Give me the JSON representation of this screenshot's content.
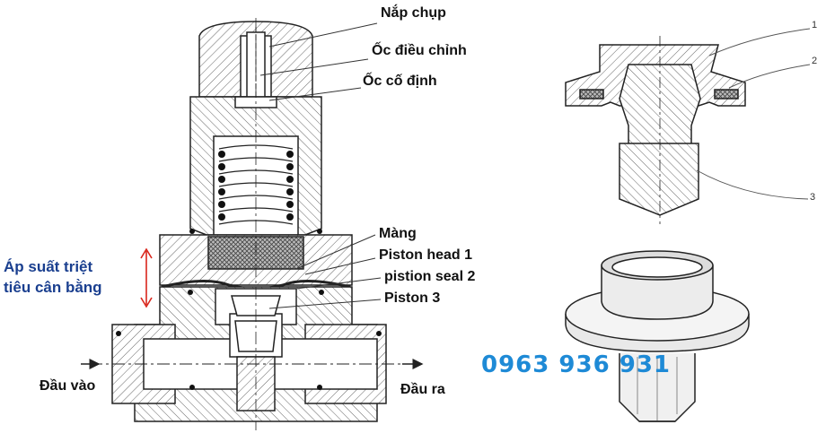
{
  "labels": {
    "cap": "Nắp chụp",
    "adjust_screw": "Ốc điều chỉnh",
    "lock_nut": "Ốc cố định",
    "membrane": "Màng",
    "piston_head": "Piston head 1",
    "piston_seal": "pistion seal 2",
    "piston": "Piston 3",
    "pressure_line1": "Áp suất triệt",
    "pressure_line2": "tiêu cân bằng",
    "inlet": "Đầu vào",
    "outlet": "Đầu ra"
  },
  "callouts": [
    "1",
    "2",
    "3"
  ],
  "phone": "0963 936 931",
  "colors": {
    "line": "#222222",
    "hatch": "#555555",
    "phone": "#1e8ad6",
    "pressure_text": "#1a3f8f",
    "pressure_arrow": "#d9261c",
    "seal": "#333333"
  }
}
